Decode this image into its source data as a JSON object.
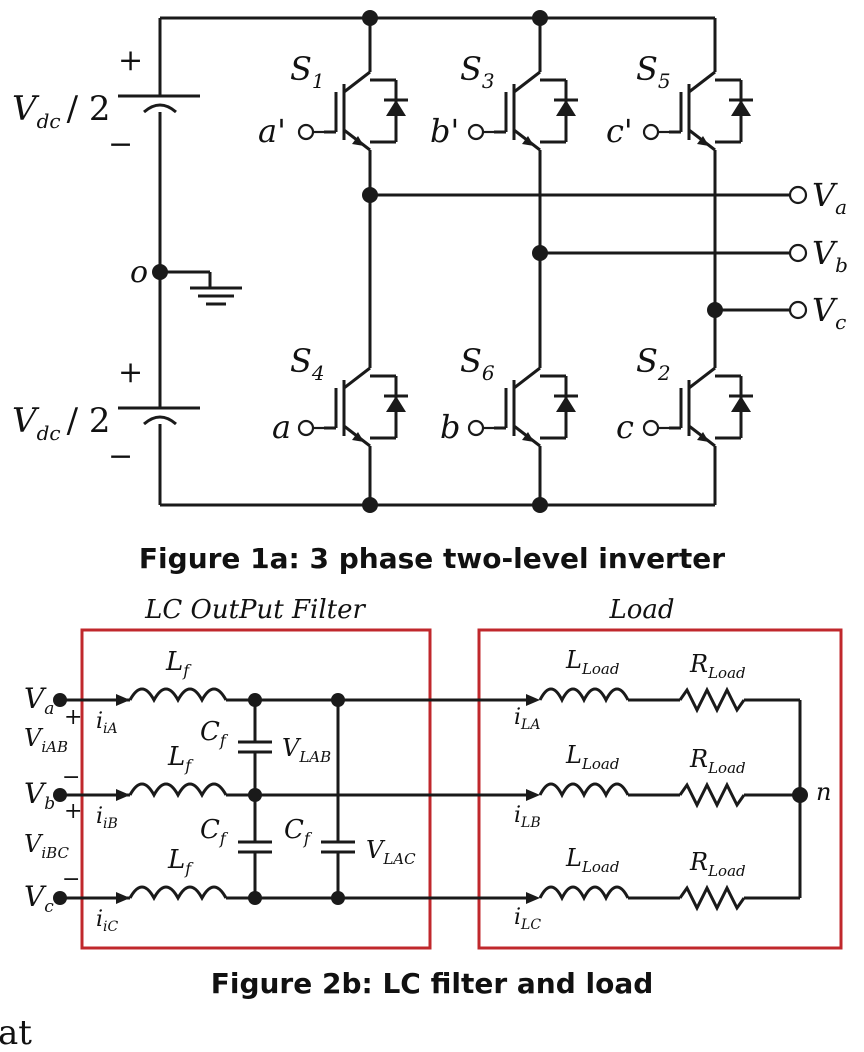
{
  "fig1": {
    "caption": "Figure 1a: 3 phase two-level inverter",
    "vdc_top": "V",
    "vdc_sub": "dc",
    "vdc_div": "/ 2",
    "plus": "+",
    "minus": "−",
    "neutral": "o",
    "switches": [
      {
        "name": "S",
        "sub": "1",
        "gate": "a'"
      },
      {
        "name": "S",
        "sub": "3",
        "gate": "b'"
      },
      {
        "name": "S",
        "sub": "5",
        "gate": "c'"
      },
      {
        "name": "S",
        "sub": "4",
        "gate": "a"
      },
      {
        "name": "S",
        "sub": "6",
        "gate": "b"
      },
      {
        "name": "S",
        "sub": "2",
        "gate": "c"
      }
    ],
    "outputs": [
      {
        "name": "V",
        "sub": "a"
      },
      {
        "name": "V",
        "sub": "b"
      },
      {
        "name": "V",
        "sub": "c"
      }
    ]
  },
  "fig2": {
    "caption": "Figure 2b: LC filter and load",
    "filter_title": "LC  OutPut  Filter",
    "load_title": "Load",
    "inputs": [
      {
        "name": "V",
        "sub": "a"
      },
      {
        "name": "V",
        "sub": "b"
      },
      {
        "name": "V",
        "sub": "c"
      }
    ],
    "line_voltages": [
      {
        "name": "V",
        "sub": "iAB"
      },
      {
        "name": "V",
        "sub": "iBC"
      }
    ],
    "input_currents": [
      {
        "name": "i",
        "sub": "iA"
      },
      {
        "name": "i",
        "sub": "iB"
      },
      {
        "name": "i",
        "sub": "iC"
      }
    ],
    "inductor": {
      "name": "L",
      "sub": "f"
    },
    "capacitor": {
      "name": "C",
      "sub": "f"
    },
    "cap_voltages": [
      {
        "name": "V",
        "sub": "LAB"
      },
      {
        "name": "V",
        "sub": "LAC"
      }
    ],
    "load_inductor": {
      "name": "L",
      "sub": "Load"
    },
    "load_resistor": {
      "name": "R",
      "sub": "Load"
    },
    "load_currents": [
      {
        "name": "i",
        "sub": "LA"
      },
      {
        "name": "i",
        "sub": "LB"
      },
      {
        "name": "i",
        "sub": "LC"
      }
    ],
    "neutral": "n"
  },
  "footer_fragment": "at"
}
